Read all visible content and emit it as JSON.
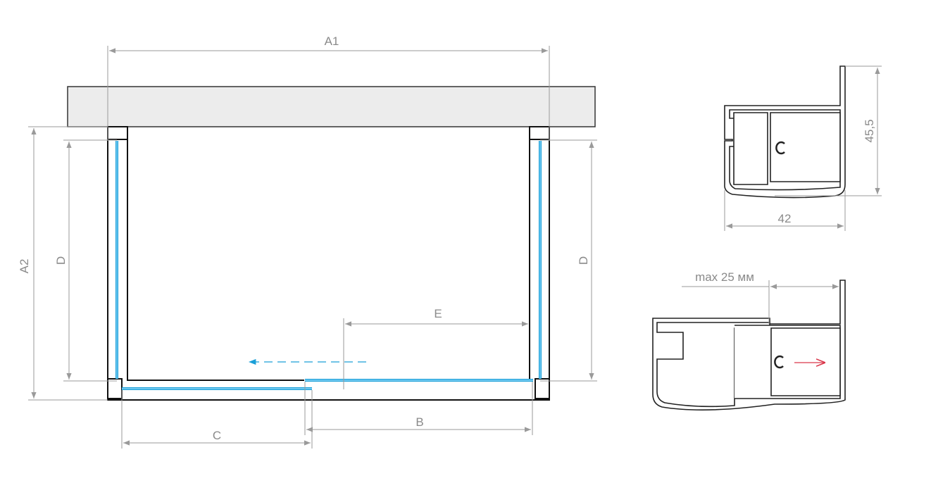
{
  "plan": {
    "labels": {
      "a1": "A1",
      "a2": "A2",
      "d_left": "D",
      "d_right": "D",
      "e": "E",
      "b": "B",
      "c": "C"
    }
  },
  "profile_top": {
    "width_label": "42",
    "height_label": "45,5"
  },
  "profile_bottom": {
    "adjust_label": "max 25 мм"
  },
  "colors": {
    "glass": "#1a9fd8",
    "dimension": "#9a9a9a",
    "wall": "#ececec",
    "arrow_move": "#d9374a"
  }
}
